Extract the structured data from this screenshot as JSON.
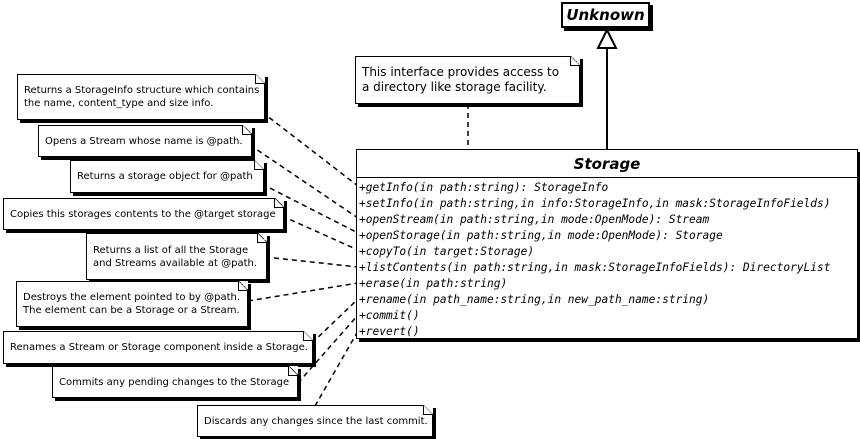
{
  "parent_class": {
    "name": "Unknown"
  },
  "class": {
    "name": "Storage",
    "operations": [
      "+getInfo(in path:string): StorageInfo",
      "+setInfo(in path:string,in info:StorageInfo,in mask:StorageInfoFields)",
      "+openStream(in path:string,in mode:OpenMode): Stream",
      "+openStorage(in path:string,in mode:OpenMode): Storage",
      "+copyTo(in target:Storage)",
      "+listContents(in path:string,in mask:StorageInfoFields): DirectoryList",
      "+erase(in path:string)",
      "+rename(in path_name:string,in new_path_name:string)",
      "+commit()",
      "+revert()"
    ]
  },
  "notes": {
    "interface": "This interface provides access to\na directory like storage facility.",
    "get_info": "Returns a StorageInfo structure which contains\nthe name, content_type and size info.",
    "open_stream": "Opens a Stream whose name is @path.",
    "open_storage": "Returns a storage object for @path",
    "copy_to": "Copies this storages contents to the @target storage",
    "list_contents": "Returns a list of all the Storage\nand Streams available at @path.",
    "erase": "Destroys the element pointed to by @path.\nThe element can be a Storage or a Stream.",
    "rename": "Renames a Stream or Storage component inside a Storage.",
    "commit": "Commits any pending changes to the Storage",
    "revert": "Discards any changes since the last commit."
  }
}
